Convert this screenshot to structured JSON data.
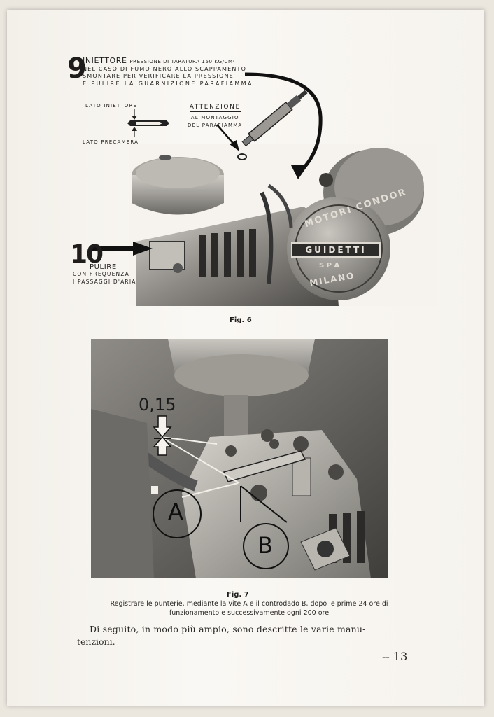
{
  "step9": {
    "number": "9",
    "title": "INIETTORE",
    "pressure": "PRESSIONE DI TARATURA 150 Kg/cm²",
    "line2": "NEL CASO DI FUMO NERO ALLO SCAPPAMENTO",
    "line3": "SMONTARE PER VERIFICARE LA PRESSIONE",
    "line4": "E PULIRE LA GUARNIZIONE PARAFIAMMA"
  },
  "gasket": {
    "lato_iniettore": "LATO INIETTORE",
    "lato_precamera": "LATO PRECAMERA",
    "attenzione": "ATTENZIONE",
    "att_line1": "AL MONTAGGIO",
    "att_line2": "DEL PARAFIAMMA"
  },
  "step10": {
    "number": "10",
    "title": "PULIRE",
    "line2": "CON FREQUENZA",
    "line3": "I PASSAGGI D'ARIA"
  },
  "engine_badge": {
    "arc_top": "MOTORI CONDOR",
    "brand": "GUIDETTI",
    "spa": "S P A",
    "city": "MILANO"
  },
  "fig6_caption": "Fig. 6",
  "fig7": {
    "measure": "0,15",
    "label_a": "A",
    "label_b": "B"
  },
  "fig7_caption": "Fig. 7",
  "fig7_text_line1": "Registrare le punterie, mediante la vite A e il controdado B, dopo le prime 24 ore di",
  "fig7_text_line2": "funzionamento e successivamente ogni 200 ore",
  "para_line1": "Di seguito, in modo più ampio, sono descritte le varie manu-",
  "para_line2": "tenzioni.",
  "page_number": "-- 13"
}
